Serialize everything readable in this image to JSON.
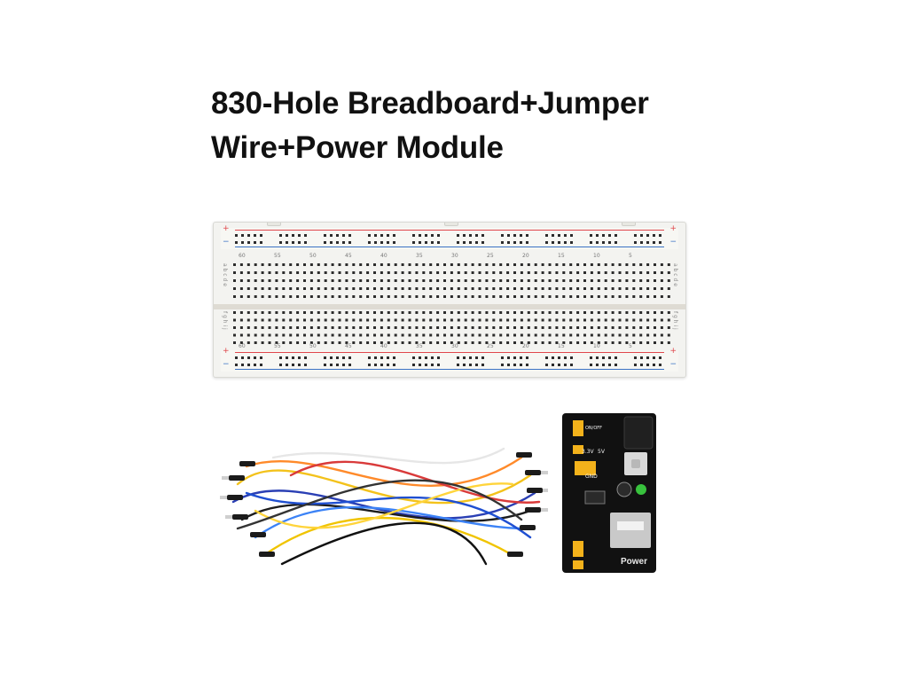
{
  "product": {
    "title_line1": "830-Hole Breadboard+Jumper",
    "title_line2": "Wire+Power Module"
  },
  "breadboard": {
    "plus": "+",
    "minus": "−",
    "column_numbers": [
      "60",
      "55",
      "50",
      "45",
      "40",
      "35",
      "30",
      "25",
      "20",
      "15",
      "10",
      "5"
    ],
    "letters_top": "a b c d e",
    "letters_bottom": "f g h i j"
  },
  "power_module": {
    "label": "Power",
    "labels": [
      "3.3V",
      "5V",
      "GND",
      "ON/OFF"
    ]
  },
  "colors": {
    "rail_red": "#e0474c",
    "rail_blue": "#3a72c4",
    "pcb": "#111111",
    "jumper_yellow": "#f3b21b",
    "usb_silver": "#c9c9c9"
  }
}
